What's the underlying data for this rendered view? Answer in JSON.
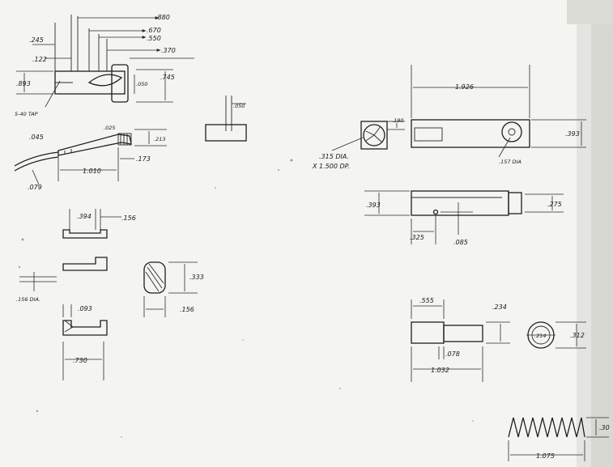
{
  "labels": {
    "d880": ".880",
    "d670": ".670",
    "d550": ".550",
    "d370": ".370",
    "d245": ".245",
    "d122": ".122",
    "d893": ".893",
    "d745": ".745",
    "d050a": ".050",
    "tap": "5-40 TAP",
    "d050b": ".050",
    "d045": ".045",
    "d025": ".025",
    "d213": ".213",
    "d1010": "1.010",
    "d173": ".173",
    "d079": ".079",
    "d1926": "1.926",
    "d190": ".190",
    "d393a": ".393",
    "d315dia": ".315 DIA.",
    "d1500dp": "X 1.500 DP.",
    "d157dia": ".157 DIA",
    "d393b": ".393",
    "d275": ".275",
    "d325": ".325",
    "d085": ".085",
    "d394": ".394",
    "d156a": ".156",
    "d333": ".333",
    "d156dia": ".156 DIA.",
    "d156b": ".156",
    "d093": ".093",
    "d730": ".730",
    "d555": ".555",
    "d234": ".234",
    "d078": ".078",
    "d1032": "1.032",
    "d214": ".214",
    "d312": ".312",
    "d1075": "1.075",
    "d30": ".30"
  },
  "colors": {
    "paper": "#f4f4f1",
    "ink": "#1e1e1e"
  }
}
